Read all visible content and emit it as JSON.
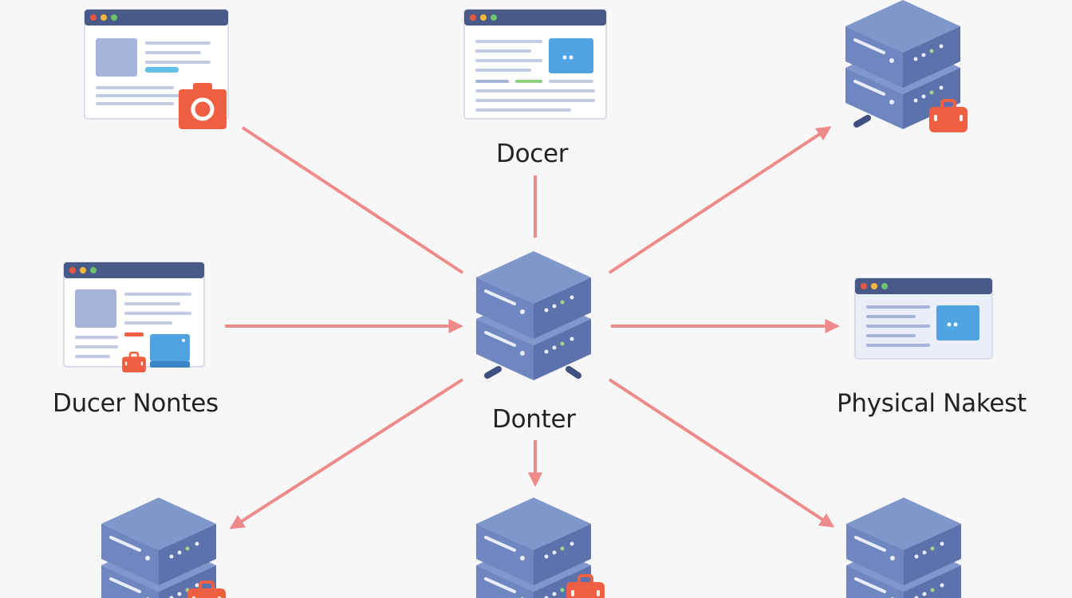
{
  "labels": {
    "top_center": "Docer",
    "hub": "Donter",
    "left_middle": "Ducer Nontes",
    "right_middle": "Physical Nakest"
  },
  "colors": {
    "background": "#f7f7f8",
    "arrow": "#ef8a8a",
    "server_top": "#8097cc",
    "server_left": "#6f86c0",
    "server_right": "#5d72ad",
    "window_bar": "#4a5a88",
    "window_body": "#ffffff",
    "window_panel": "#a6b4dc",
    "accent_blue": "#4fa3e0",
    "accent_orange": "#ef6042",
    "dot_red": "#e9573f",
    "dot_yellow": "#f4b83d",
    "dot_green": "#6cc36a"
  },
  "icons": [
    "browser-window-icon",
    "camera-icon",
    "server-stack-icon",
    "briefcase-icon",
    "arrow-icon"
  ]
}
